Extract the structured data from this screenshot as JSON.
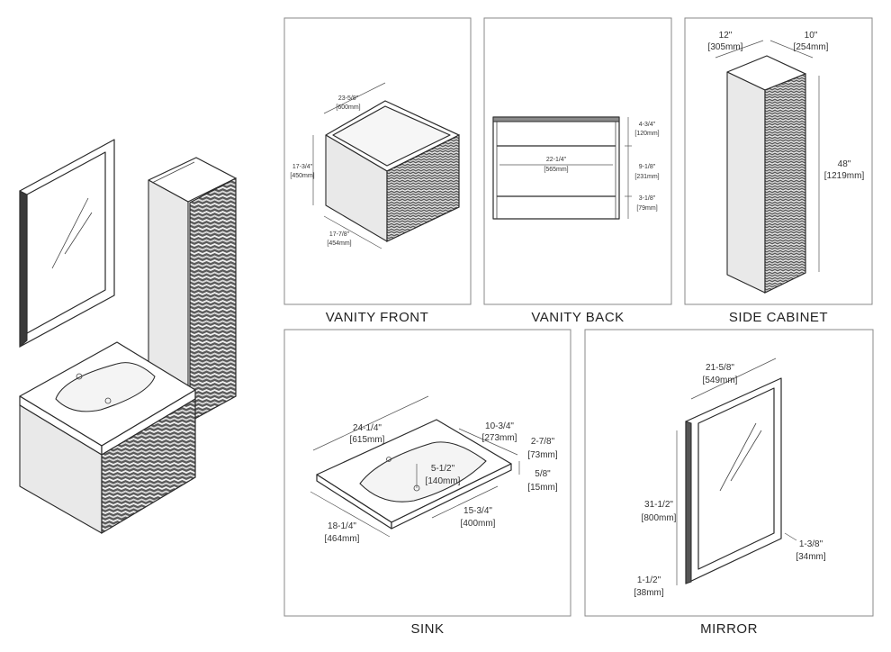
{
  "captions": {
    "vanity_front": "VANITY FRONT",
    "vanity_back": "VANITY BACK",
    "side_cabinet": "SIDE CABINET",
    "sink": "SINK",
    "mirror": "MIRROR"
  },
  "vanity_front": {
    "width": [
      "23-5/8\"",
      "[600mm]"
    ],
    "height": [
      "17-3/4\"",
      "[450mm]"
    ],
    "depth": [
      "17-7/8\"",
      "[454mm]"
    ]
  },
  "vanity_back": {
    "top": [
      "4-3/4\"",
      "[120mm]"
    ],
    "width": [
      "22-1/4\"",
      "[565mm]"
    ],
    "middle": [
      "9-1/8\"",
      "[231mm]"
    ],
    "bottom": [
      "3-1/8\"",
      "[79mm]"
    ]
  },
  "side_cabinet": {
    "depth": [
      "12\"",
      "[305mm]"
    ],
    "width": [
      "10\"",
      "[254mm]"
    ],
    "height": [
      "48\"",
      "[1219mm]"
    ]
  },
  "sink": {
    "width": [
      "24-1/4\"",
      "[615mm]"
    ],
    "back": [
      "10-3/4\"",
      "[273mm]"
    ],
    "thickness_top": [
      "2-7/8\"",
      "[73mm]"
    ],
    "thickness": [
      "5/8\"",
      "[15mm]"
    ],
    "basin_depth": [
      "5-1/2\"",
      "[140mm]"
    ],
    "depth": [
      "18-1/4\"",
      "[464mm]"
    ],
    "basin_width": [
      "15-3/4\"",
      "[400mm]"
    ]
  },
  "mirror": {
    "width": [
      "21-5/8\"",
      "[549mm]"
    ],
    "height": [
      "31-1/2\"",
      "[800mm]"
    ],
    "thickness": [
      "1-3/8\"",
      "[34mm]"
    ],
    "bottom": [
      "1-1/2\"",
      "[38mm]"
    ]
  }
}
